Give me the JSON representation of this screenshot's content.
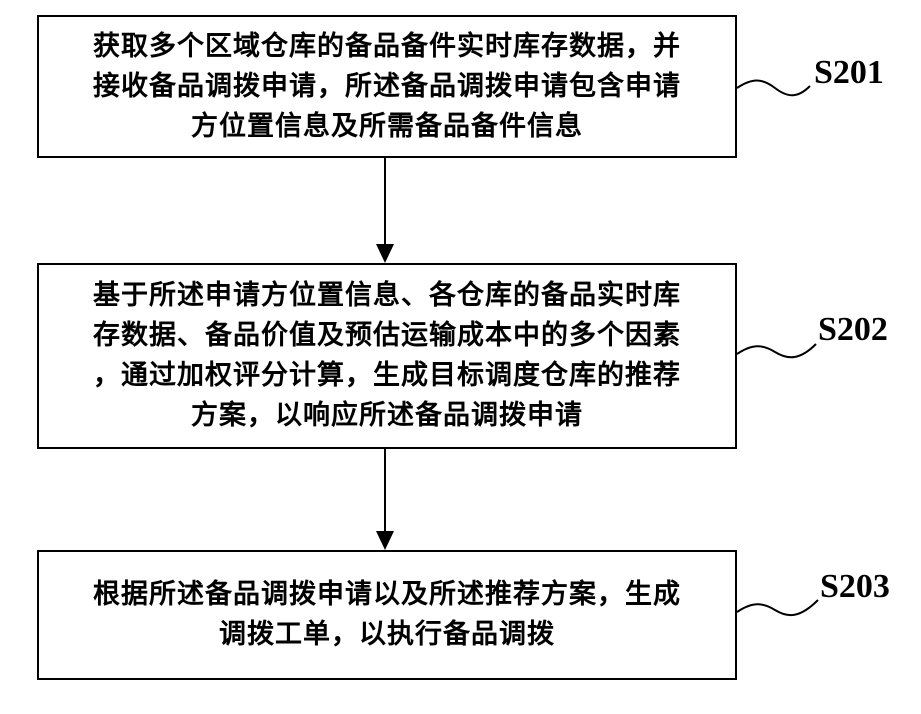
{
  "steps": [
    {
      "id": "S201",
      "lines": [
        "获取多个区域仓库的备品备件实时库存数据，并",
        "接收备品调拨申请，所述备品调拨申请包含申请",
        "方位置信息及所需备品备件信息"
      ]
    },
    {
      "id": "S202",
      "lines": [
        "基于所述申请方位置信息、各仓库的备品实时库",
        "存数据、备品价值及预估运输成本中的多个因素",
        "，通过加权评分计算，生成目标调度仓库的推荐",
        "方案，以响应所述备品调拨申请"
      ]
    },
    {
      "id": "S203",
      "lines": [
        "根据所述备品调拨申请以及所述推荐方案，生成",
        "调拨工单，以执行备品调拨"
      ]
    }
  ],
  "colors": {
    "stroke": "#000000",
    "background": "#ffffff"
  }
}
